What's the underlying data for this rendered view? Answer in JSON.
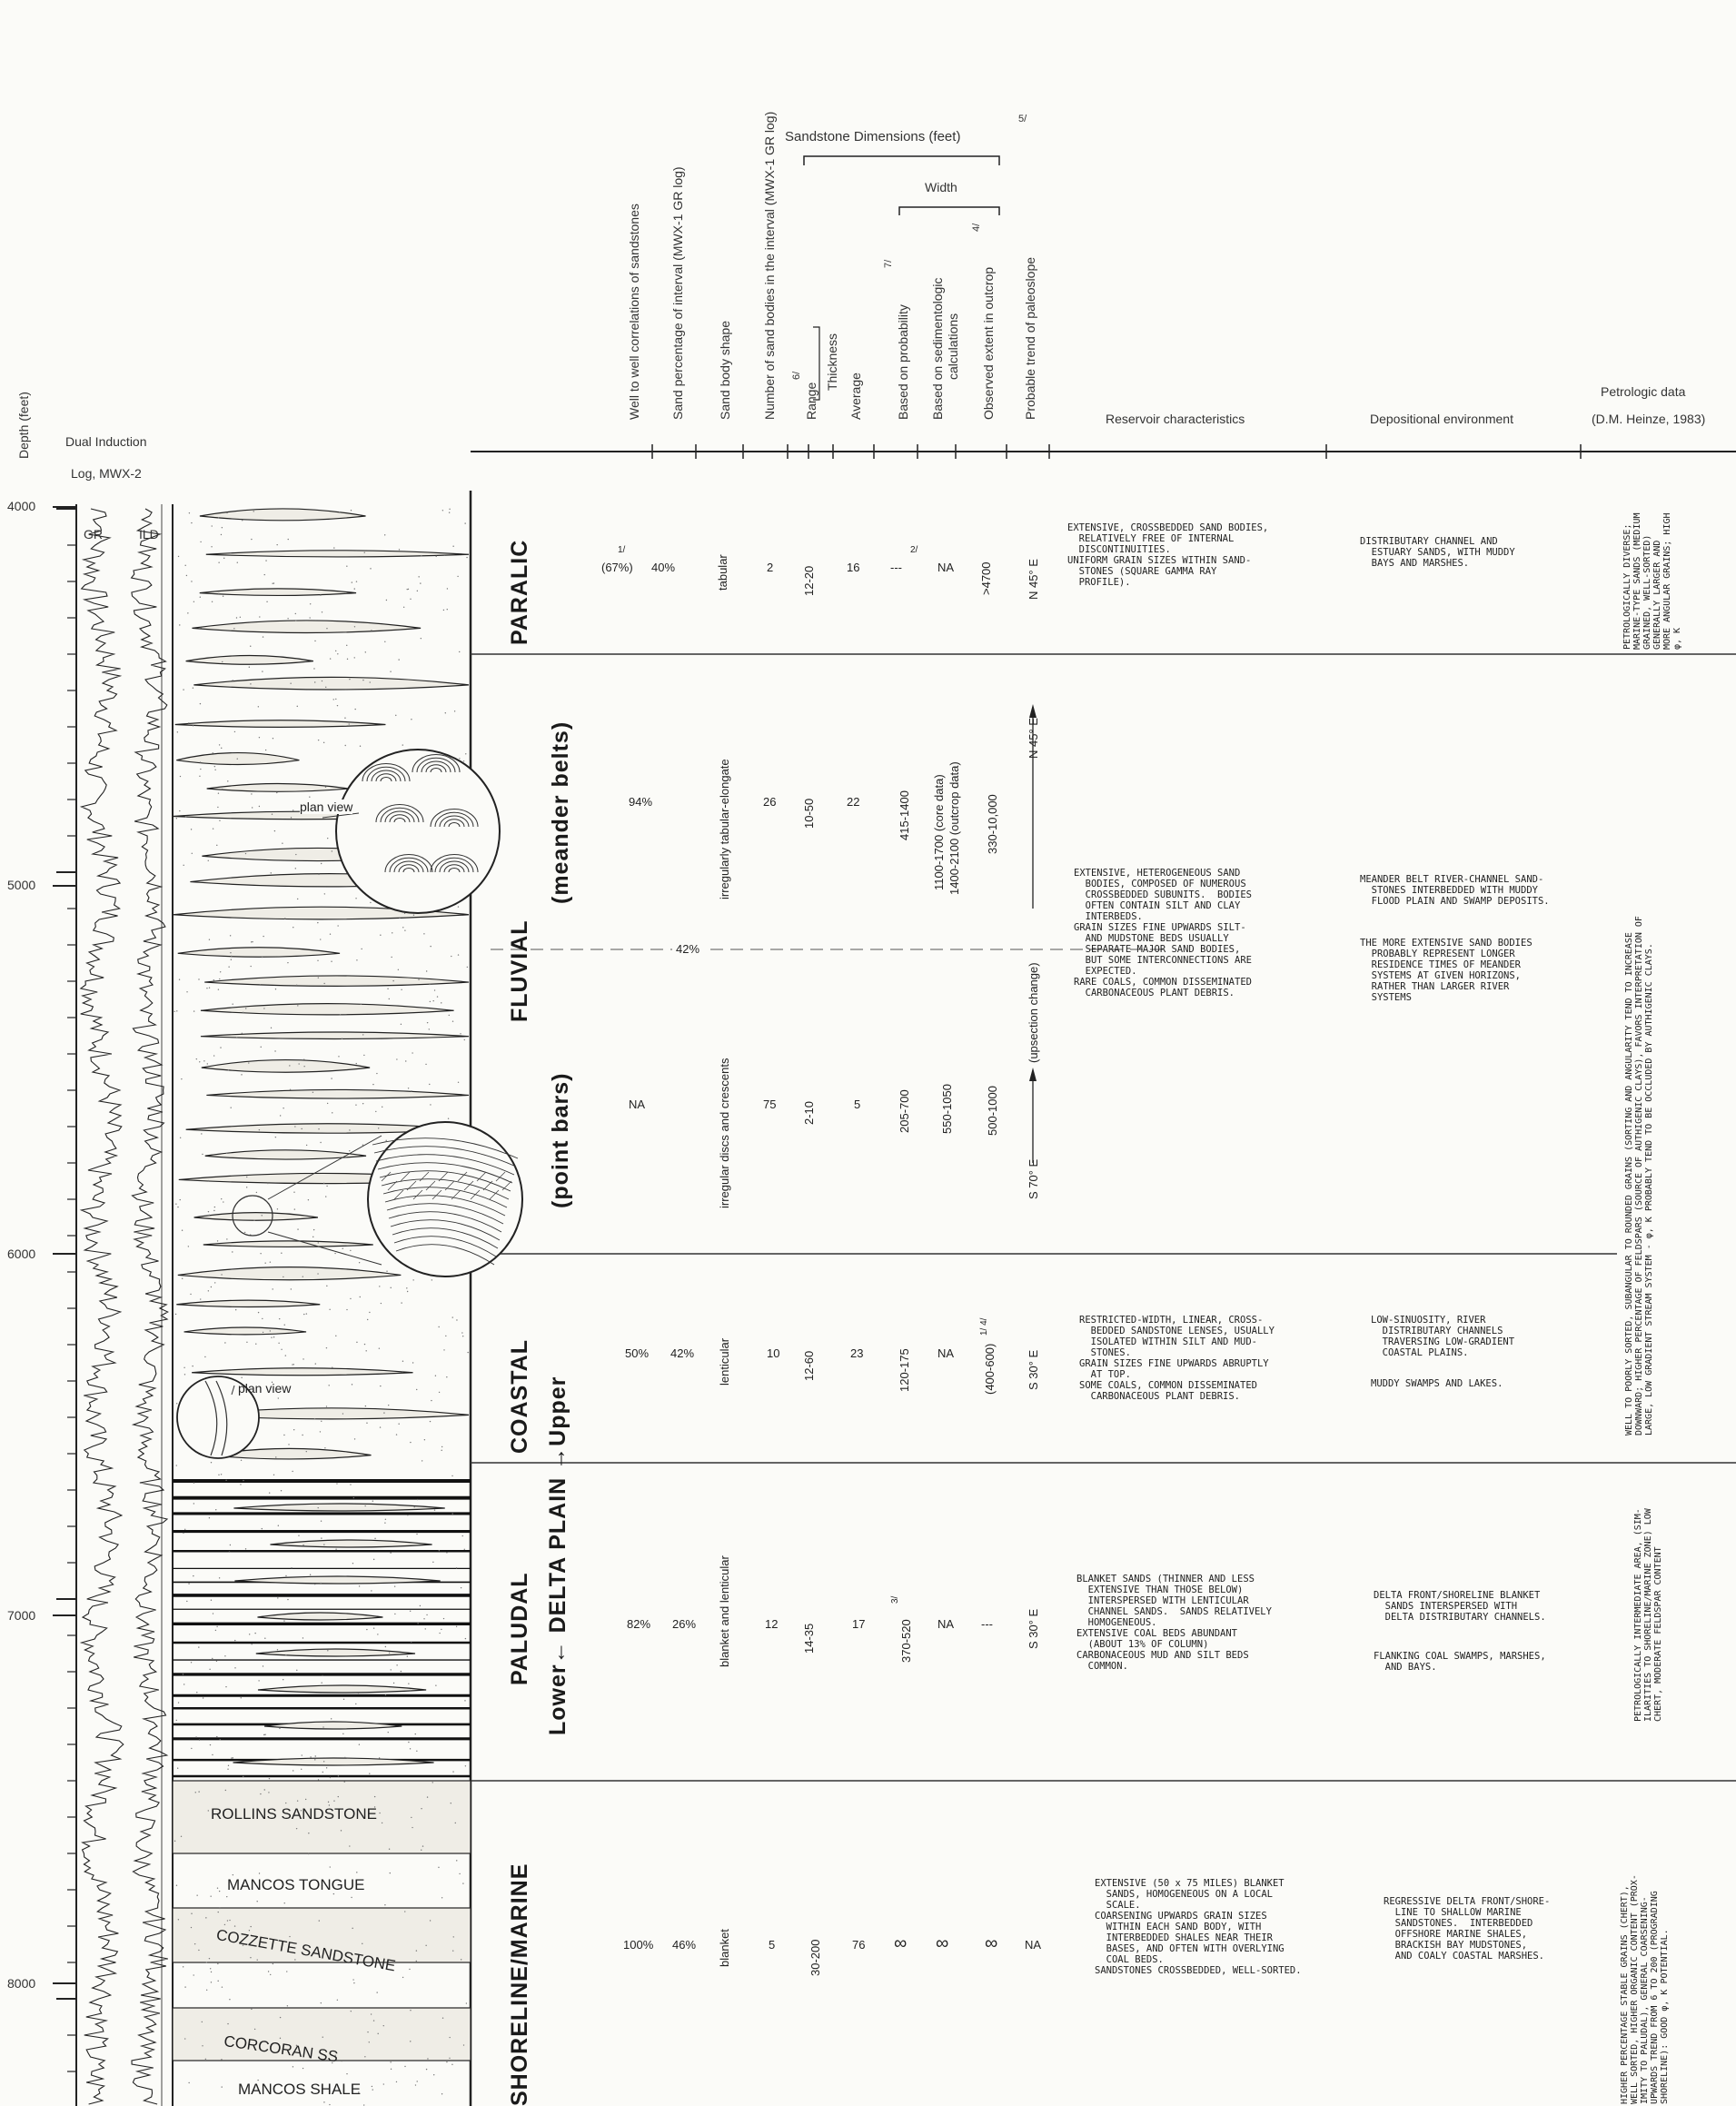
{
  "left_header": {
    "depth_axis_label": "Depth (feet)",
    "log_title_line1": "Dual Induction",
    "log_title_line2": "Log, MWX-2",
    "curve_gr": "GR",
    "curve_ild": "ILD"
  },
  "depth_ticks": [
    "4000",
    "5000",
    "6000",
    "7000",
    "8000"
  ],
  "plan_view_label": "plan view",
  "formations": {
    "rollins": "ROLLINS SANDSTONE",
    "mancos_tongue": "MANCOS TONGUE",
    "cozzette": "COZZETTE SANDSTONE",
    "corcoran": "CORCORAN SS",
    "mancos_shale": "MANCOS SHALE"
  },
  "column_headers": {
    "well_corr": "Well to well correlations of sandstones",
    "sand_pct": "Sand percentage of interval (MWX-1 GR log)",
    "shape": "Sand body shape",
    "number": "Number of sand bodies in the interval (MWX-1 GR log)",
    "range": "Range",
    "range_fn": "6/",
    "average": "Average",
    "thickness": "Thickness",
    "prob": "Based on probability",
    "prob_fn": "7/",
    "sed_line1": "Based on sedimentologic",
    "sed_line2": "calculations",
    "outcrop": "Observed extent in outcrop",
    "outcrop_fn": "4/",
    "paleoslope": "Probable trend of paleoslope",
    "width": "Width",
    "dims": "Sandstone Dimensions (feet)",
    "dims_fn": "5/",
    "reservoir": "Reservoir characteristics",
    "depositional": "Depositional environment",
    "petro_line1": "Petrologic data",
    "petro_line2": "(D.M. Heinze, 1983)"
  },
  "interval_labels": {
    "paralic": "PARALIC",
    "fluvial": "FLUVIAL",
    "meander": "(meander belts)",
    "point_bars": "(point bars)",
    "coastal": "COASTAL",
    "lower_upper": "Lower← DELTA PLAIN →Upper",
    "paludal": "PALUDAL",
    "shoreline": "SHORELINE/MARINE"
  },
  "rows": {
    "paralic": {
      "well_corr": "(67%)",
      "well_corr_fn": "1/",
      "sand_pct": "40%",
      "shape": "tabular",
      "number": "2",
      "range": "12-20",
      "average": "16",
      "prob": "---",
      "prob_fn": "2/",
      "sed": "NA",
      "outcrop": ">4700",
      "paleoslope": "N 45° E",
      "reservoir": "EXTENSIVE, CROSSBEDDED SAND BODIES,\n  RELATIVELY FREE OF INTERNAL\n  DISCONTINUITIES.\nUNIFORM GRAIN SIZES WITHIN SAND-\n  STONES (SQUARE GAMMA RAY\n  PROFILE).",
      "depositional": "DISTRIBUTARY CHANNEL AND\n  ESTUARY SANDS, WITH MUDDY\n  BAYS AND MARSHES.",
      "petro": "PETROLOGICALLY DIVERSE;\nMARINE-TYPE SANDS (MEDIUM\nGRAINED, WELL-SORTED)\nGENERALLY LARGER AND\nMORE ANGULAR GRAINS; HIGH\nφ, K"
    },
    "meander": {
      "well_corr": "94%",
      "shape": "irregularly tabular-elongate",
      "number": "26",
      "range": "10-50",
      "average": "22",
      "prob": "415-1400",
      "sed1": "1100-1700 (core data)",
      "sed2": "1400-2100 (outcrop data)",
      "outcrop": "330-10,000",
      "paleoslope": "N 45° E"
    },
    "fluvial_shared": {
      "sand_pct": "42%",
      "upsection": "(upsection change)",
      "reservoir": "EXTENSIVE, HETEROGENEOUS SAND\n  BODIES, COMPOSED OF NUMEROUS\n  CROSSBEDDED SUBUNITS.  BODIES\n  OFTEN CONTAIN SILT AND CLAY\n  INTERBEDS.\nGRAIN SIZES FINE UPWARDS SILT-\n  AND MUDSTONE BEDS USUALLY\n  SEPARATE MAJOR SAND BODIES,\n  BUT SOME INTERCONNECTIONS ARE\n  EXPECTED.\nRARE COALS, COMMON DISSEMINATED\n  CARBONACEOUS PLANT DEBRIS.",
      "depositional1": "MEANDER BELT RIVER-CHANNEL SAND-\n  STONES INTERBEDDED WITH MUDDY\n  FLOOD PLAIN AND SWAMP DEPOSITS.",
      "depositional2": "THE MORE EXTENSIVE SAND BODIES\n  PROBABLY REPRESENT LONGER\n  RESIDENCE TIMES OF MEANDER\n  SYSTEMS AT GIVEN HORIZONS,\n  RATHER THAN LARGER RIVER\n  SYSTEMS"
    },
    "point_bars": {
      "well_corr": "NA",
      "shape": "irregular discs and crescents",
      "number": "75",
      "range": "2-10",
      "average": "5",
      "prob": "205-700",
      "sed": "550-1050",
      "outcrop": "500-1000",
      "paleoslope": "S 70° E"
    },
    "coastal": {
      "well_corr": "50%",
      "sand_pct": "42%",
      "shape": "lenticular",
      "number": "10",
      "range": "12-60",
      "average": "23",
      "prob": "120-175",
      "sed": "NA",
      "outcrop": "(400-600)",
      "outcrop_fn": "1/ 4/",
      "paleoslope": "S 30° E",
      "reservoir": "RESTRICTED-WIDTH, LINEAR, CROSS-\n  BEDDED SANDSTONE LENSES, USUALLY\n  ISOLATED WITHIN SILT AND MUD-\n  STONES.\nGRAIN SIZES FINE UPWARDS ABRUPTLY\n  AT TOP.\nSOME COALS, COMMON DISSEMINATED\n  CARBONACEOUS PLANT DEBRIS.",
      "depositional1": "LOW-SINUOSITY, RIVER\n  DISTRIBUTARY CHANNELS\n  TRAVERSING LOW-GRADIENT\n  COASTAL PLAINS.",
      "depositional2": "MUDDY SWAMPS AND LAKES."
    },
    "fluvial_coastal_petro": "WELL TO POORLY SORTED, SUBANGULAR TO ROUNDED GRAINS (SORTING AND ANGULARITY TEND TO INCREASE\nDOWNWARD; HIGHER PERCENTAGE OF FELDSPARS (SOURCE OF AUTHIGENIC CLAYS), FAVORS INTERPRETATION OF\nLARGE, LOW GRADIENT STREAM SYSTEM - φ, K PROBABLY TEND TO BE OCCLUDED BY AUTHIGENIC CLAYS.",
    "paludal": {
      "well_corr": "82%",
      "sand_pct": "26%",
      "shape": "blanket and lenticular",
      "number": "12",
      "range": "14-35",
      "average": "17",
      "prob": "370-520",
      "prob_fn": "3/",
      "sed": "NA",
      "outcrop": "---",
      "paleoslope": "S 30° E",
      "reservoir": "BLANKET SANDS (THINNER AND LESS\n  EXTENSIVE THAN THOSE BELOW)\n  INTERSPERSED WITH LENTICULAR\n  CHANNEL SANDS.  SANDS RELATIVELY\n  HOMOGENEOUS.\nEXTENSIVE COAL BEDS ABUNDANT\n  (ABOUT 13% OF COLUMN)\nCARBONACEOUS MUD AND SILT BEDS\n  COMMON.",
      "depositional1": "DELTA FRONT/SHORELINE BLANKET\n  SANDS INTERSPERSED WITH\n  DELTA DISTRIBUTARY CHANNELS.",
      "depositional2": "FLANKING COAL SWAMPS, MARSHES,\n  AND BAYS.",
      "petro": "PETROLOGICALLY INTERMEDIATE AREA, (SIM-\nILARITIES TO SHORELINE/MARINE ZONE) LOW\nCHERT, MODERATE FELDSPAR CONTENT"
    },
    "shoreline": {
      "well_corr": "100%",
      "sand_pct": "46%",
      "shape": "blanket",
      "number": "5",
      "range": "30-200",
      "average": "76",
      "prob": "∞",
      "sed": "∞",
      "outcrop": "∞",
      "paleoslope": "NA",
      "reservoir": "EXTENSIVE (50 x 75 MILES) BLANKET\n  SANDS, HOMOGENEOUS ON A LOCAL\n  SCALE.\nCOARSENING UPWARDS GRAIN SIZES\n  WITHIN EACH SAND BODY, WITH\n  INTERBEDDED SHALES NEAR THEIR\n  BASES, AND OFTEN WITH OVERLYING\n  COAL BEDS.\nSANDSTONES CROSSBEDDED, WELL-SORTED.",
      "depositional": "REGRESSIVE DELTA FRONT/SHORE-\n  LINE TO SHALLOW MARINE\n  SANDSTONES.  INTERBEDDED\n  OFFSHORE MARINE SHALES,\n  BRACKISH BAY MUDSTONES,\n  AND COALY COASTAL MARSHES.",
      "petro": "HIGHER PERCENTAGE STABLE GRAINS (CHERT),\nWELL SORTED, HIGHER ORGANIC CONTENT (PROX-\nIMITY TO PALUDAL), GENERAL COARSENING-\nUPWARDS TREND FROM 6 TO 200 (PROGRADING\nSHORELINE): GOOD φ, K POTENTIAL."
    }
  },
  "colors": {
    "paper": "#fbfbf8",
    "ink": "#222222",
    "sand_fill": "#efede6"
  }
}
